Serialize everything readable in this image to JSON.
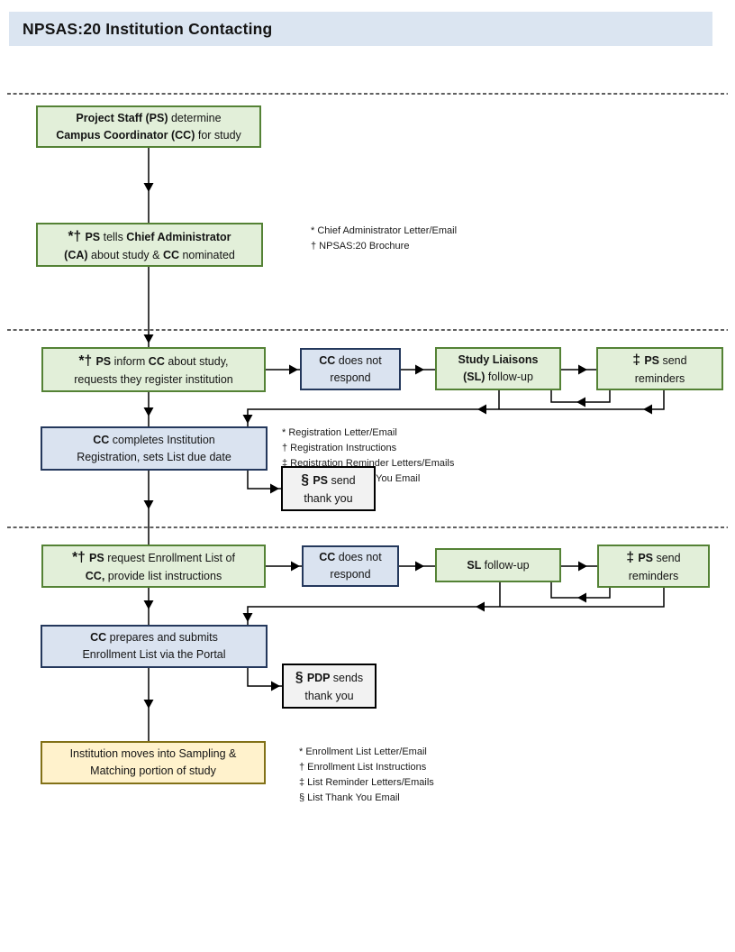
{
  "title": "NPSAS:20 Institution Contacting",
  "colors": {
    "title_bar_bg": "#dbe5f1",
    "green_box_bg": "#e2efd9",
    "green_box_border": "#548235",
    "blue_box_bg": "#dae3f0",
    "blue_box_border": "#24385c",
    "gray_box_bg": "#f2f2f2",
    "gray_box_border": "#000000",
    "yellow_box_bg": "#fff2cc",
    "yellow_box_border": "#827117",
    "connector": "#000000"
  },
  "boxes": {
    "determine": {
      "segments": [
        {
          "t": "Project Staff (PS) ",
          "b": true
        },
        {
          "t": "determine",
          "b": false
        },
        {
          "t": "\n"
        },
        {
          "t": "Campus Coordinator (CC) ",
          "b": true
        },
        {
          "t": "for study",
          "b": false
        }
      ]
    },
    "tells_ca": {
      "segments": [
        {
          "t": "*† ",
          "b": true,
          "big": true
        },
        {
          "t": "PS ",
          "b": true
        },
        {
          "t": "tells ",
          "b": false
        },
        {
          "t": "Chief Administrator",
          "b": true
        },
        {
          "t": "\n"
        },
        {
          "t": "(CA) ",
          "b": true
        },
        {
          "t": "about study & ",
          "b": false
        },
        {
          "t": "CC ",
          "b": true
        },
        {
          "t": "nominated",
          "b": false
        }
      ]
    },
    "inform_cc": {
      "segments": [
        {
          "t": "*† ",
          "b": true,
          "big": true
        },
        {
          "t": " PS ",
          "b": true
        },
        {
          "t": "inform ",
          "b": false
        },
        {
          "t": " CC ",
          "b": true
        },
        {
          "t": "about study,",
          "b": false
        },
        {
          "t": "\n"
        },
        {
          "t": "requests they register institution",
          "b": false
        }
      ]
    },
    "cc_no_respond_1": {
      "segments": [
        {
          "t": "CC ",
          "b": true
        },
        {
          "t": "does not",
          "b": false
        },
        {
          "t": "\n"
        },
        {
          "t": "respond",
          "b": false
        }
      ]
    },
    "study_liaisons": {
      "segments": [
        {
          "t": "Study Liaisons",
          "b": true
        },
        {
          "t": "\n"
        },
        {
          "t": "(SL) ",
          "b": true
        },
        {
          "t": "follow-up",
          "b": false
        }
      ]
    },
    "ps_reminders_1": {
      "segments": [
        {
          "t": "‡ ",
          "b": true,
          "big": true
        },
        {
          "t": " PS ",
          "b": true
        },
        {
          "t": "send",
          "b": false
        },
        {
          "t": "\n"
        },
        {
          "t": "reminders",
          "b": false
        }
      ]
    },
    "cc_registers": {
      "segments": [
        {
          "t": "CC ",
          "b": true
        },
        {
          "t": "completes Institution",
          "b": false
        },
        {
          "t": "\n"
        },
        {
          "t": "Registration, sets List due date",
          "b": false
        }
      ]
    },
    "ps_thanks": {
      "segments": [
        {
          "t": "§ ",
          "b": true,
          "big": true
        },
        {
          "t": " PS ",
          "b": true
        },
        {
          "t": "send",
          "b": false
        },
        {
          "t": "\n"
        },
        {
          "t": "thank you",
          "b": false
        }
      ]
    },
    "request_list": {
      "segments": [
        {
          "t": "*† ",
          "b": true,
          "big": true
        },
        {
          "t": "PS ",
          "b": true
        },
        {
          "t": "request Enrollment List of",
          "b": false
        },
        {
          "t": "\n"
        },
        {
          "t": "CC, ",
          "b": true
        },
        {
          "t": "provide list instructions",
          "b": false
        }
      ]
    },
    "cc_no_respond_2": {
      "segments": [
        {
          "t": "CC ",
          "b": true
        },
        {
          "t": "does not",
          "b": false
        },
        {
          "t": "\n"
        },
        {
          "t": "respond",
          "b": false
        }
      ]
    },
    "sl_followup": {
      "segments": [
        {
          "t": "SL ",
          "b": true
        },
        {
          "t": "follow-up",
          "b": false
        }
      ]
    },
    "ps_reminders_2": {
      "segments": [
        {
          "t": "‡ ",
          "b": true,
          "big": true
        },
        {
          "t": " PS ",
          "b": true
        },
        {
          "t": "send",
          "b": false
        },
        {
          "t": "\n"
        },
        {
          "t": "reminders",
          "b": false
        }
      ]
    },
    "cc_submits": {
      "segments": [
        {
          "t": "CC ",
          "b": true
        },
        {
          "t": "prepares and submits",
          "b": false
        },
        {
          "t": "\n"
        },
        {
          "t": "Enrollment List via the Portal",
          "b": false
        }
      ]
    },
    "pdp_thanks": {
      "segments": [
        {
          "t": "§ ",
          "b": true,
          "big": true
        },
        {
          "t": "PDP ",
          "b": true
        },
        {
          "t": "sends",
          "b": false
        },
        {
          "t": "\n"
        },
        {
          "t": "thank you",
          "b": false
        }
      ]
    },
    "sampling": {
      "segments": [
        {
          "t": "Institution moves into Sampling &",
          "b": false
        },
        {
          "t": "\n"
        },
        {
          "t": "Matching portion of study",
          "b": false
        }
      ]
    }
  },
  "notes": {
    "contact": [
      "* Chief Administrator Letter/Email",
      "† NPSAS:20 Brochure"
    ],
    "registration": [
      "* Registration Letter/Email",
      "† Registration Instructions",
      "‡ Registration Reminder Letters/Emails",
      "§ Registration Thank You Email"
    ],
    "enrollment": [
      "* Enrollment List Letter/Email",
      "† Enrollment List Instructions",
      "‡ List Reminder Letters/Emails",
      "§ List Thank You Email"
    ]
  }
}
